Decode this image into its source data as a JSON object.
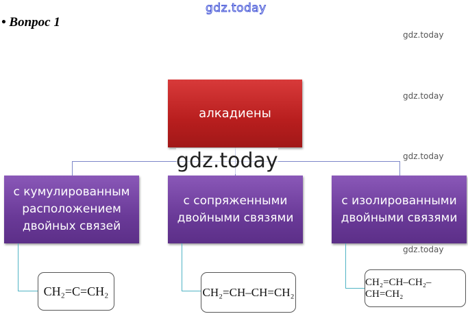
{
  "watermarks": {
    "top": "gdz.today",
    "center": "gdz.today",
    "side": [
      "gdz.today",
      "gdz.today",
      "gdz.today",
      "gdz.today"
    ]
  },
  "title": "• Вопрос 1",
  "root": {
    "label": "алкадиены",
    "color": "#c82a2a"
  },
  "children": [
    {
      "label": "с кумулированным расположением двойных связей",
      "formula": "CH₂=C=CH₂"
    },
    {
      "label": "с сопряженными двойными связями",
      "formula": "CH₂=CH–CH=CH₂"
    },
    {
      "label": "с изолированными двойными связями",
      "formula": "CH₂=CH–CH₂–CH=CH₂"
    }
  ],
  "colors": {
    "purple": "#6a3a98",
    "connector": "#7b86c8",
    "formula_connector": "#4fb3c4"
  }
}
